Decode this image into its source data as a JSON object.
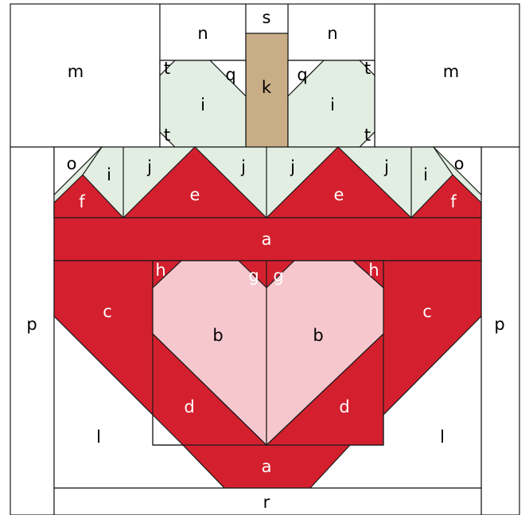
{
  "colors": {
    "background": "#ffffff",
    "red": "#D4202E",
    "pink": "#F7C7CE",
    "leaf": "#E2EEE1",
    "stem": "#C9AD86",
    "line": "#1a1a1a"
  },
  "labels": {
    "m": "m",
    "n": "n",
    "s": "s",
    "k": "k",
    "t": "t",
    "q": "q",
    "i": "i",
    "o": "o",
    "j": "j",
    "e": "e",
    "f": "f",
    "a": "a",
    "h": "h",
    "g": "g",
    "c": "c",
    "b": "b",
    "d": "d",
    "p": "p",
    "l": "l",
    "r": "r"
  }
}
